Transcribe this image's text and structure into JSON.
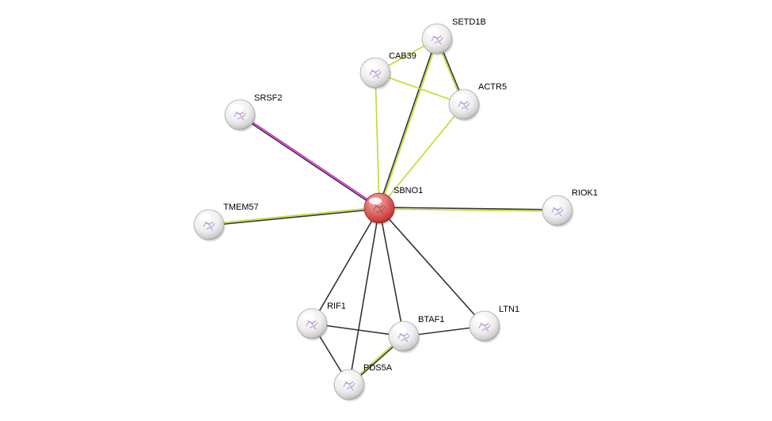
{
  "network": {
    "focus_color": "#d9373f",
    "node_color": "#e8e8e8",
    "edge_colors": {
      "black": "#333333",
      "yellow": "#c6d82a",
      "magenta": "#d61fd6"
    },
    "nodes": [
      {
        "id": "SBNO1",
        "label": "SBNO1",
        "focus": true
      },
      {
        "id": "SETD1B",
        "label": "SETD1B"
      },
      {
        "id": "CAB39",
        "label": "CAB39"
      },
      {
        "id": "ACTR5",
        "label": "ACTR5"
      },
      {
        "id": "SRSF2",
        "label": "SRSF2"
      },
      {
        "id": "TMEM57",
        "label": "TMEM57"
      },
      {
        "id": "RIOK1",
        "label": "RIOK1"
      },
      {
        "id": "RIF1",
        "label": "RIF1"
      },
      {
        "id": "BTAF1",
        "label": "BTAF1"
      },
      {
        "id": "LTN1",
        "label": "LTN1"
      },
      {
        "id": "PDS5A",
        "label": "PDS5A"
      }
    ],
    "edges": [
      {
        "source": "SBNO1",
        "target": "SETD1B",
        "colors": [
          "black",
          "yellow"
        ]
      },
      {
        "source": "SBNO1",
        "target": "CAB39",
        "colors": [
          "yellow"
        ]
      },
      {
        "source": "SBNO1",
        "target": "ACTR5",
        "colors": [
          "yellow"
        ]
      },
      {
        "source": "SBNO1",
        "target": "SRSF2",
        "colors": [
          "black",
          "magenta"
        ]
      },
      {
        "source": "SBNO1",
        "target": "TMEM57",
        "colors": [
          "black",
          "yellow"
        ]
      },
      {
        "source": "SBNO1",
        "target": "RIOK1",
        "colors": [
          "black",
          "yellow"
        ]
      },
      {
        "source": "SBNO1",
        "target": "RIF1",
        "colors": [
          "black"
        ]
      },
      {
        "source": "SBNO1",
        "target": "BTAF1",
        "colors": [
          "black"
        ]
      },
      {
        "source": "SBNO1",
        "target": "LTN1",
        "colors": [
          "black"
        ]
      },
      {
        "source": "SBNO1",
        "target": "PDS5A",
        "colors": [
          "black"
        ]
      },
      {
        "source": "SETD1B",
        "target": "CAB39",
        "colors": [
          "yellow"
        ]
      },
      {
        "source": "SETD1B",
        "target": "ACTR5",
        "colors": [
          "black",
          "yellow"
        ]
      },
      {
        "source": "CAB39",
        "target": "ACTR5",
        "colors": [
          "yellow"
        ]
      },
      {
        "source": "RIF1",
        "target": "BTAF1",
        "colors": [
          "black"
        ]
      },
      {
        "source": "RIF1",
        "target": "PDS5A",
        "colors": [
          "black"
        ]
      },
      {
        "source": "BTAF1",
        "target": "LTN1",
        "colors": [
          "black"
        ]
      },
      {
        "source": "BTAF1",
        "target": "PDS5A",
        "colors": [
          "black",
          "yellow"
        ]
      }
    ]
  }
}
